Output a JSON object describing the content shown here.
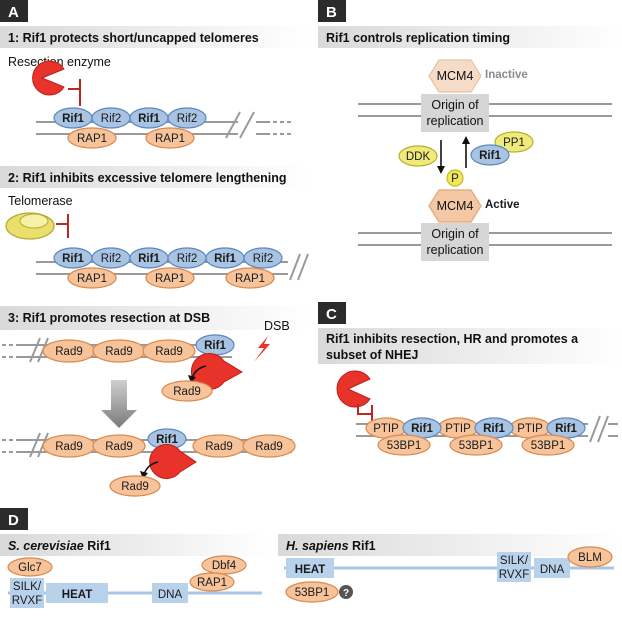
{
  "panels": {
    "A": {
      "letter": "A",
      "s1_title": "1: Rif1 protects short/uncapped telomeres",
      "s1_enzyme": "Resection enzyme",
      "s1_row": [
        "Rif1",
        "Rif2",
        "Rif1",
        "Rif2"
      ],
      "s1_rap": [
        "RAP1",
        "RAP1"
      ],
      "s2_title": "2: Rif1 inhibits excessive telomere lengthening",
      "s2_enzyme": "Telomerase",
      "s2_row": [
        "Rif1",
        "Rif2",
        "Rif1",
        "Rif2",
        "Rif1",
        "Rif2"
      ],
      "s2_rap": [
        "RAP1",
        "RAP1",
        "RAP1"
      ],
      "s3_title": "3: Rif1 promotes resection at DSB",
      "dsb": "DSB",
      "s3_top": [
        "Rad9",
        "Rad9",
        "Rad9"
      ],
      "s3_bottom": [
        "Rad9",
        "Rad9",
        "Rad9",
        "Rad9"
      ],
      "rif1": "Rif1",
      "rad9": "Rad9"
    },
    "B": {
      "letter": "B",
      "title": "Rif1 controls replication timing",
      "mcm4": "MCM4",
      "inactive": "Inactive",
      "active": "Active",
      "origin_l1": "Origin of",
      "origin_l2": "replication",
      "ddk": "DDK",
      "p": "P",
      "rif1": "Rif1",
      "pp1": "PP1"
    },
    "C": {
      "letter": "C",
      "title_l1": "Rif1 inhibits resection, HR and promotes a",
      "title_l2": "subset of NHEJ",
      "ptip": "PTIP",
      "rif1": "Rif1",
      "bp": "53BP1"
    },
    "D": {
      "letter": "D",
      "sc_species": "S. cerevisiae",
      "sc_protein": "Rif1",
      "hs_species": "H. sapiens",
      "hs_protein": "Rif1",
      "glc7": "Glc7",
      "silk1": "SILK/",
      "silk2": "RVXF",
      "heat": "HEAT",
      "dna": "DNA",
      "rap1": "RAP1",
      "dbf4": "Dbf4",
      "blm": "BLM",
      "bp": "53BP1",
      "q": "?"
    }
  },
  "colors": {
    "rif_blue": "#a9c4e2",
    "rap_orange": "#f6c39a",
    "enzyme_red": "#e8332a",
    "telomerase_yellow": "#e9df6a",
    "mcm4_orange": "#f4c8a4",
    "letter_bg": "#2b2b2b"
  }
}
